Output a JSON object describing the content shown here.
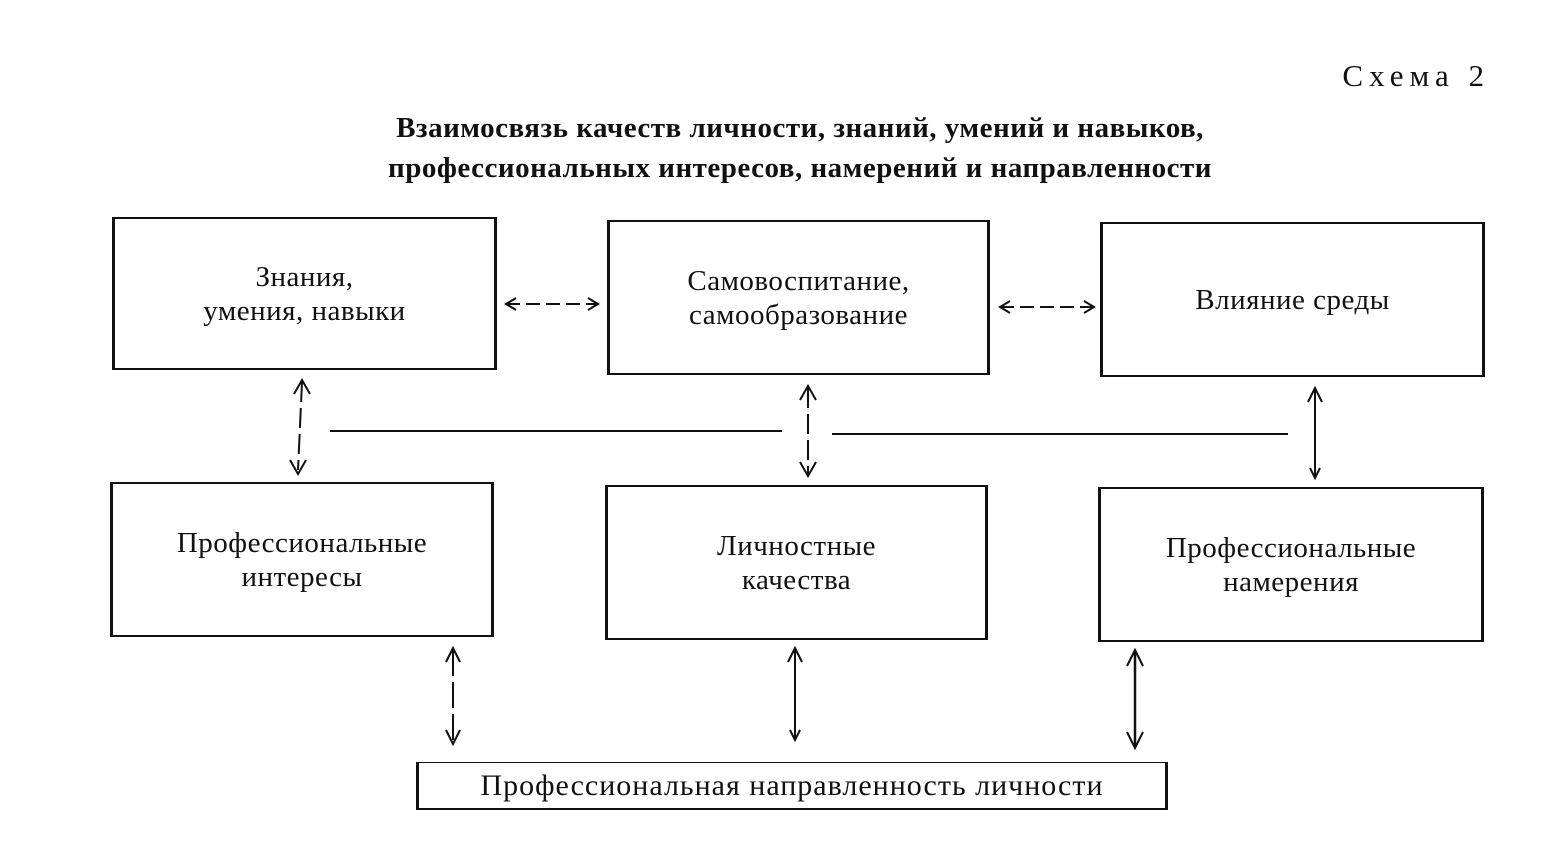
{
  "header": {
    "scheme_label": "Схема 2",
    "title": "Взаимосвязь качеств личности, знаний, умений и навыков,\nпрофессиональных интересов, намерений и направленности"
  },
  "boxes": {
    "knowledge": "Знания,\nумения, навыки",
    "self_education": "Самовоспитание,\nсамообразование",
    "environment": "Влияние среды",
    "prof_interests": "Профессиональные\nинтересы",
    "personal_qualities": "Личностные\nкачества",
    "prof_intentions": "Профессиональные\nнамерения",
    "orientation": "Профессиональная направленность личности"
  }
}
